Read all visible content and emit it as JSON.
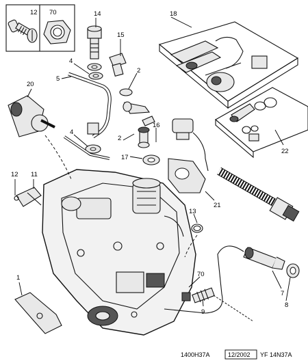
{
  "callouts": {
    "c1": "1",
    "c2a": "2",
    "c2b": "2",
    "c4a": "4",
    "c4b": "4",
    "c5": "5",
    "c7": "7",
    "c8": "8",
    "c9": "9",
    "c11": "11",
    "c12": "12",
    "c13": "13",
    "c14": "14",
    "c15": "15",
    "c16": "16",
    "c17": "17",
    "c18": "18",
    "c20": "20",
    "c21": "21",
    "c22": "22",
    "c70": "70",
    "inset_12": "12",
    "inset_70": "70"
  },
  "footer": {
    "ref_code": "1400H37A",
    "date": "12/2002",
    "drawing_code": "YF 14N37A"
  }
}
